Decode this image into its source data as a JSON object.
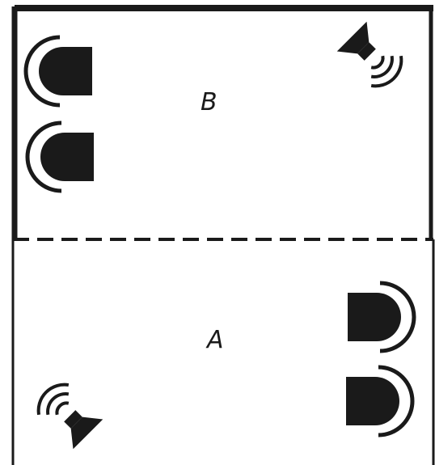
{
  "zones": {
    "upper": {
      "label": "B"
    },
    "lower": {
      "label": "A"
    }
  },
  "divider": {
    "style": "dashed"
  },
  "icons": {
    "upper_speaker": "speaker-icon",
    "lower_speaker": "speaker-icon",
    "microphone": "microphone-icon"
  },
  "colors": {
    "stroke": "#1a1a1a",
    "fill": "#1a1a1a",
    "background": "#ffffff"
  }
}
